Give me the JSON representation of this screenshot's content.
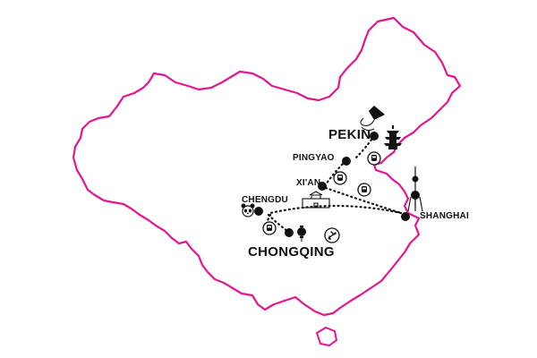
{
  "map": {
    "border_color": "#e4168f",
    "route_color": "#111111",
    "cities": {
      "pekin": "PEKIN",
      "pingyao": "PINGYAO",
      "xian": "XI'AN",
      "chengdu": "CHENGDU",
      "chongqing": "CHONGQING",
      "shanghai": "SHANGHAI"
    },
    "icons": [
      "kite-icon",
      "pagoda-icon",
      "train-icon",
      "train-icon",
      "train-icon",
      "train-icon",
      "city-wall-icon",
      "panda-icon",
      "lantern-icon",
      "plane-icon",
      "oriental-pearl-tower-icon"
    ]
  }
}
